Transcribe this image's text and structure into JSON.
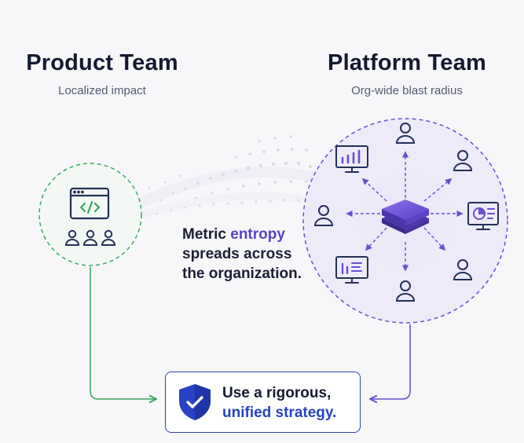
{
  "product": {
    "title": "Product Team",
    "subtitle": "Localized impact"
  },
  "platform": {
    "title": "Platform Team",
    "subtitle": "Org-wide blast radius"
  },
  "caption": {
    "prefix": "Metric ",
    "accent": "entropy",
    "rest": "spreads across the organization."
  },
  "strategy": {
    "line1": "Use a rigorous,",
    "line2": "unified strategy."
  },
  "colors": {
    "product_green": "#3aa863",
    "platform_purple": "#6a4fd0",
    "strategy_blue": "#2742c4"
  },
  "icons": {
    "product": [
      "code-window-icon",
      "team-icon"
    ],
    "platform_hub": "stacked-cube-icon",
    "platform_nodes": [
      "user-icon",
      "dashboard-icon",
      "user-icon",
      "presentation-icon",
      "user-icon",
      "user-icon",
      "chart-monitor-icon",
      "user-icon"
    ],
    "strategy": "shield-check-icon"
  }
}
